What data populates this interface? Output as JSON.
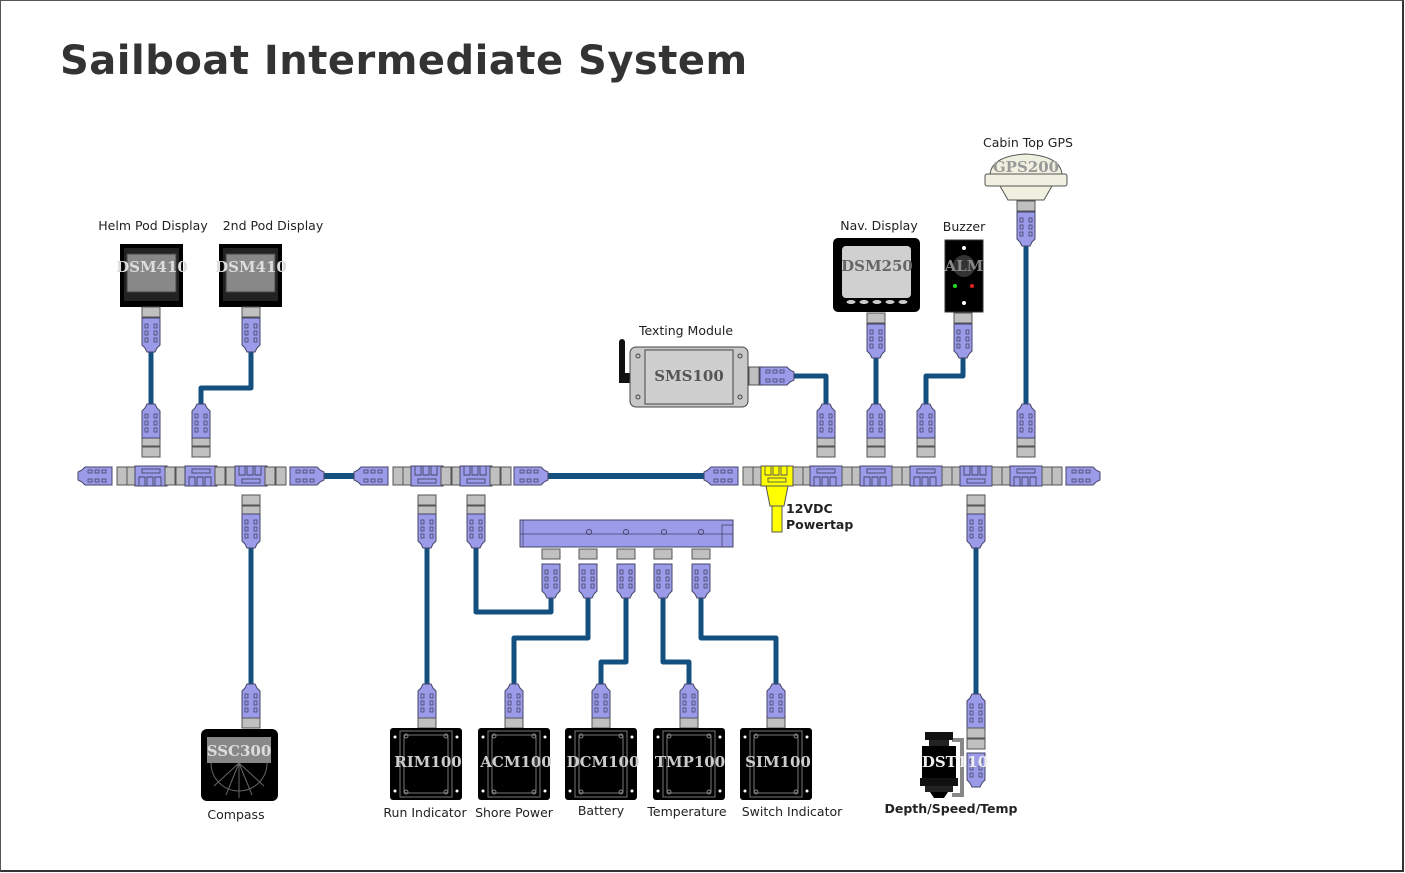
{
  "title": "Sailboat Intermediate System",
  "colors": {
    "cable": "#13507f",
    "connector": "#9b9bea",
    "connector_stroke": "#444466",
    "coupling": "#c0c0c0",
    "powertap": "#ffff00",
    "device_body": "#000000",
    "title_text": "#333333"
  },
  "devices": {
    "helm_display": {
      "model": "DSM410",
      "label": "Helm Pod Display"
    },
    "pod_display": {
      "model": "DSM410",
      "label": "2nd Pod Display"
    },
    "texting": {
      "model": "SMS100",
      "label": "Texting Module"
    },
    "nav_display": {
      "model": "DSM250",
      "label": "Nav. Display"
    },
    "buzzer": {
      "model": "ALM",
      "label": "Buzzer"
    },
    "gps": {
      "model": "GPS200",
      "label": "Cabin Top GPS"
    },
    "compass": {
      "model": "SSC300",
      "label": "Compass"
    },
    "rim": {
      "model": "RIM100",
      "label": "Run Indicator"
    },
    "acm": {
      "model": "ACM100",
      "label": "Shore Power"
    },
    "dcm": {
      "model": "DCM100",
      "label": "Battery"
    },
    "tmp": {
      "model": "TMP100",
      "label": "Temperature"
    },
    "sim": {
      "model": "SIM100",
      "label": "Switch Indicator"
    },
    "dst": {
      "model": "DST110",
      "label": "Depth/Speed/Temp"
    }
  },
  "powertap": {
    "line1": "12VDC",
    "line2": "Powertap"
  }
}
